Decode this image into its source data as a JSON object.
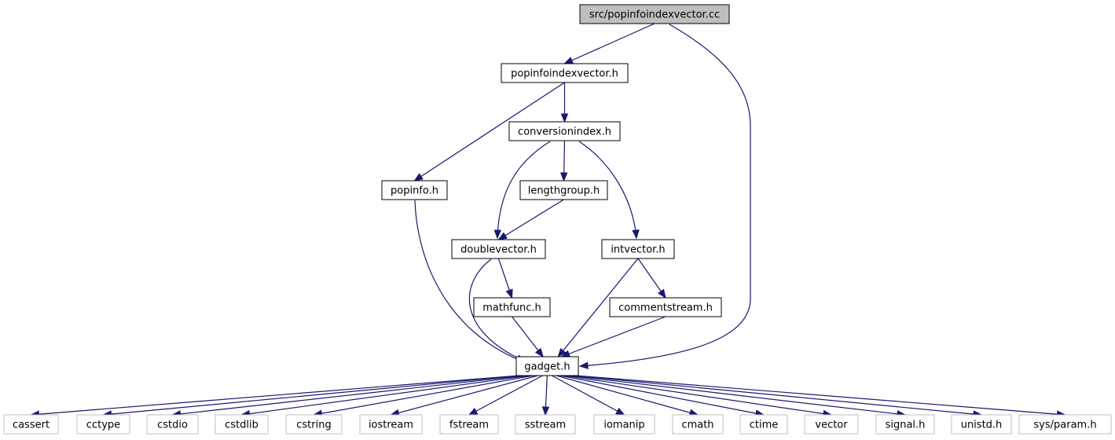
{
  "colors": {
    "edge": "#191970",
    "root_fill": "#bfbfbf",
    "node_fill": "#ffffff",
    "node_border": "#000000",
    "system_border": "#bfbfbf"
  },
  "nodes": {
    "root": "src/popinfoindexvector.cc",
    "popinfoindexvector": "popinfoindexvector.h",
    "conversionindex": "conversionindex.h",
    "popinfo": "popinfo.h",
    "lengthgroup": "lengthgroup.h",
    "doublevector": "doublevector.h",
    "intvector": "intvector.h",
    "mathfunc": "mathfunc.h",
    "commentstream": "commentstream.h",
    "gadget": "gadget.h",
    "cassert": "cassert",
    "cctype": "cctype",
    "cstdio": "cstdio",
    "cstdlib": "cstdlib",
    "cstring": "cstring",
    "iostream": "iostream",
    "fstream": "fstream",
    "sstream": "sstream",
    "iomanip": "iomanip",
    "cmath": "cmath",
    "ctime": "ctime",
    "vector": "vector",
    "signal": "signal.h",
    "unistd": "unistd.h",
    "sysparam": "sys/param.h"
  },
  "edges": [
    [
      "root",
      "popinfoindexvector"
    ],
    [
      "root",
      "gadget"
    ],
    [
      "popinfoindexvector",
      "conversionindex"
    ],
    [
      "popinfoindexvector",
      "popinfo"
    ],
    [
      "conversionindex",
      "doublevector"
    ],
    [
      "conversionindex",
      "lengthgroup"
    ],
    [
      "conversionindex",
      "intvector"
    ],
    [
      "popinfo",
      "gadget"
    ],
    [
      "lengthgroup",
      "doublevector"
    ],
    [
      "doublevector",
      "mathfunc"
    ],
    [
      "doublevector",
      "gadget"
    ],
    [
      "intvector",
      "commentstream"
    ],
    [
      "intvector",
      "gadget"
    ],
    [
      "mathfunc",
      "gadget"
    ],
    [
      "commentstream",
      "gadget"
    ],
    [
      "gadget",
      "cassert"
    ],
    [
      "gadget",
      "cctype"
    ],
    [
      "gadget",
      "cstdio"
    ],
    [
      "gadget",
      "cstdlib"
    ],
    [
      "gadget",
      "cstring"
    ],
    [
      "gadget",
      "iostream"
    ],
    [
      "gadget",
      "fstream"
    ],
    [
      "gadget",
      "sstream"
    ],
    [
      "gadget",
      "iomanip"
    ],
    [
      "gadget",
      "cmath"
    ],
    [
      "gadget",
      "ctime"
    ],
    [
      "gadget",
      "vector"
    ],
    [
      "gadget",
      "signal"
    ],
    [
      "gadget",
      "unistd"
    ],
    [
      "gadget",
      "sysparam"
    ]
  ]
}
